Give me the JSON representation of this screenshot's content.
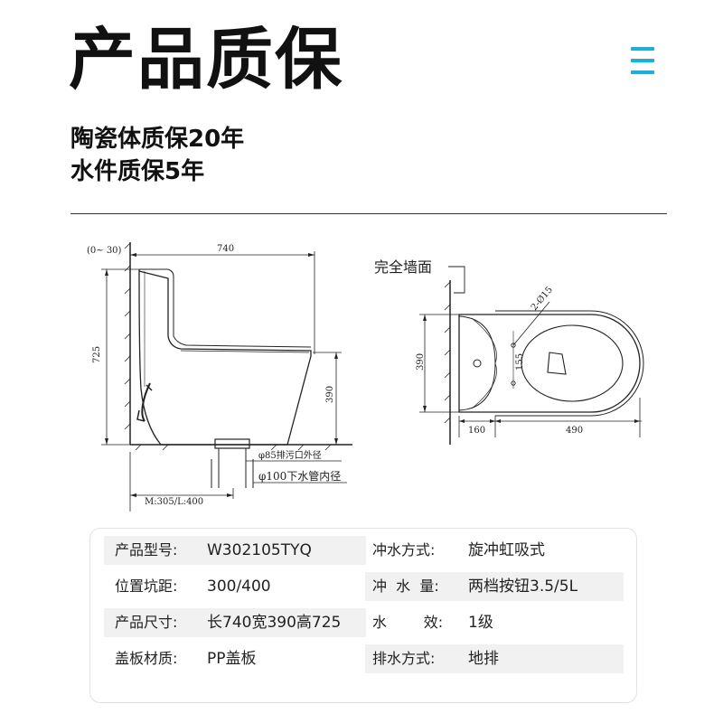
{
  "page": {
    "title": "产品质保",
    "warranty_lines": [
      "陶瓷体质保20年",
      "水件质保5年"
    ],
    "accent_color": "#1ab0d8",
    "menu_icon": "menu-icon"
  },
  "drawing": {
    "side_view": {
      "angle_range": "(0~ 30)",
      "width": "740",
      "height": "725",
      "seat_height": "390",
      "outlet_label": "φ85排污口外径",
      "pipe_label": "φ100下水管内径",
      "rough_in": "M:305/L:400"
    },
    "top_view": {
      "wall_label": "完全墙面",
      "depth": "390",
      "hole_spec": "2-Ø15",
      "hole_spacing": "155",
      "tank_length": "160",
      "bowl_length": "490"
    }
  },
  "specs": {
    "rows": [
      {
        "l1": "产品型号:",
        "v1": "W302105TYQ",
        "l2": "冲水方式:",
        "v2": "旋冲虹吸式"
      },
      {
        "l1": "位置坑距:",
        "v1": "300/400",
        "l2": "冲  水  量:",
        "v2": "两档按钮3.5/5L"
      },
      {
        "l1": "产品尺寸:",
        "v1": "长740宽390高725",
        "l2": "水        效:",
        "v2": "1级"
      },
      {
        "l1": "盖板材质:",
        "v1": "PP盖板",
        "l2": "排水方式:",
        "v2": "地排"
      }
    ]
  }
}
